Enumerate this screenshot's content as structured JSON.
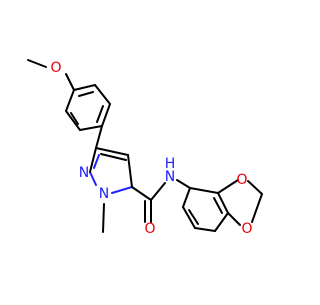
{
  "molecule": {
    "atom_labels": {
      "methoxy_o": "O",
      "ring_n1": "N",
      "ring_n2": "N",
      "amide_nh": "N",
      "amide_h": "H",
      "amide_o": "O",
      "dioxole_o1": "O",
      "dioxole_o2": "O"
    },
    "colors": {
      "bond": "#000000",
      "oxygen": "#e8000b",
      "nitrogen": "#2020ff"
    }
  }
}
